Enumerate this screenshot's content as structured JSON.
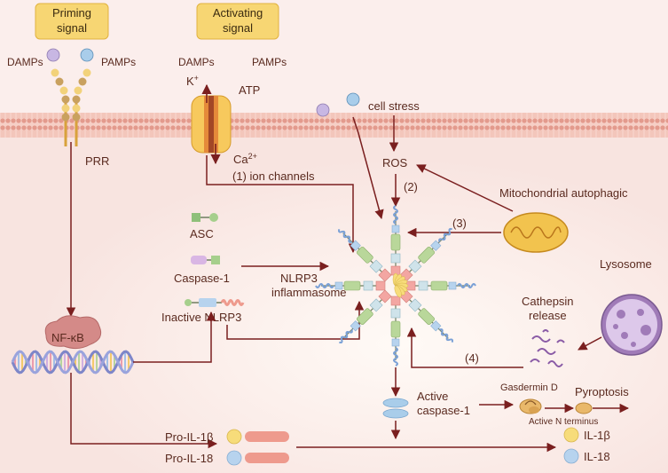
{
  "signals": {
    "priming": [
      "Priming",
      "signal"
    ],
    "activating": [
      "Activating",
      "signal"
    ]
  },
  "labels": {
    "damps_left": "DAMPs",
    "pamps_left": "PAMPs",
    "damps_right": "DAMPs",
    "pamps_right": "PAMPs",
    "k_ion": "K",
    "k_sup": "+",
    "atp": "ATP",
    "ca_ion": "Ca",
    "ca_sup": "2+",
    "prr": "PRR",
    "ion_channels": "(1)  ion channels",
    "cell_stress": "cell stress",
    "ros": "ROS",
    "step2": "(2)",
    "step3": "(3)",
    "step4": "(4)",
    "mito": "Mitochondrial autophagic",
    "asc": "ASC",
    "caspase1": "Caspase-1",
    "inactive_nlrp3": "Inactive NLRP3",
    "nlrp3_line1": "NLRP3",
    "nlrp3_line2": "inflammasome",
    "lysosome": "Lysosome",
    "cathepsin_line1": "Cathepsin",
    "cathepsin_line2": "release",
    "nfkb": "NF-κB",
    "active_casp_line1": "Active",
    "active_casp_line2": "caspase-1",
    "gasdermin": "Gasdermin D",
    "pyroptosis": "Pyroptosis",
    "active_n_terminus": "Active N terminus",
    "pro_il1b": "Pro-IL-1β",
    "pro_il18": "Pro-IL-18",
    "il1b": "IL-1β",
    "il18": "IL-18"
  },
  "colors": {
    "arrow": "#7a1f1f",
    "signal_box": "#f7d673",
    "membrane": "#e9a598",
    "damps_ball": "#c8b7e3",
    "pamps_ball": "#a9cdea",
    "il1b_ball": "#f7dc7a",
    "il18_ball": "#b7d3ee",
    "pro_bar": "#ee9a8d",
    "mito": "#f2c34e",
    "lysosome": "#a07bb8",
    "nfkb": "#d48a88"
  }
}
